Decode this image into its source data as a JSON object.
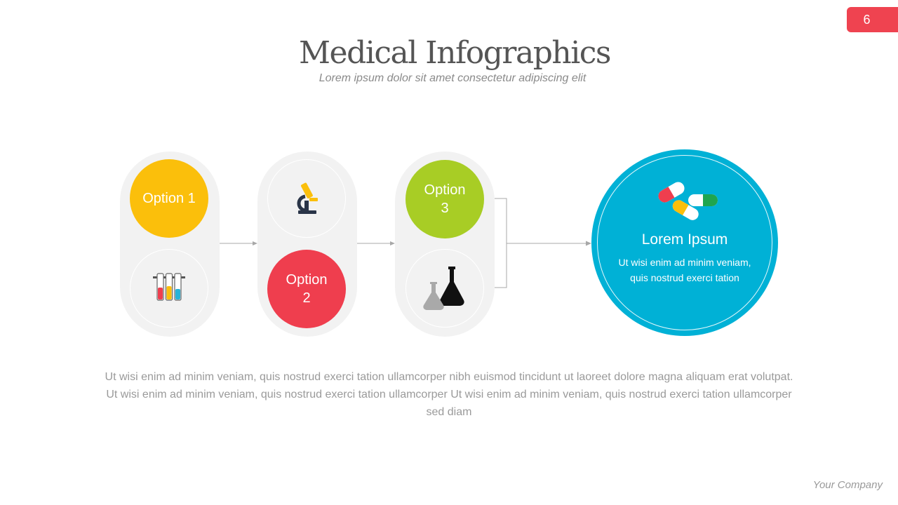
{
  "page_number": "6",
  "title": "Medical Infographics",
  "subtitle": "Lorem ipsum dolor sit amet consectetur adipiscing elit",
  "steps": [
    {
      "label": "Option 1",
      "color": "#fbbf0b",
      "icon": "test-tubes-icon"
    },
    {
      "label": "Option\n2",
      "color": "#ef3e4e",
      "icon": "microscope-icon"
    },
    {
      "label": "Option\n3",
      "color": "#a8cd25",
      "icon": "lab-flasks-icon"
    }
  ],
  "result": {
    "title": "Lorem Ipsum",
    "text": "Ut wisi enim ad minim veniam, quis nostrud exerci tation",
    "color": "#00b1d6",
    "icon": "pills-icon"
  },
  "body_text": "Ut wisi enim ad minim veniam, quis nostrud exerci tation ullamcorper nibh euismod tincidunt ut laoreet dolore magna aliquam erat volutpat. Ut wisi enim ad minim veniam, quis nostrud exerci tation ullamcorper Ut wisi enim ad minim veniam, quis nostrud exerci tation ullamcorper sed diam",
  "footer": "Your Company"
}
